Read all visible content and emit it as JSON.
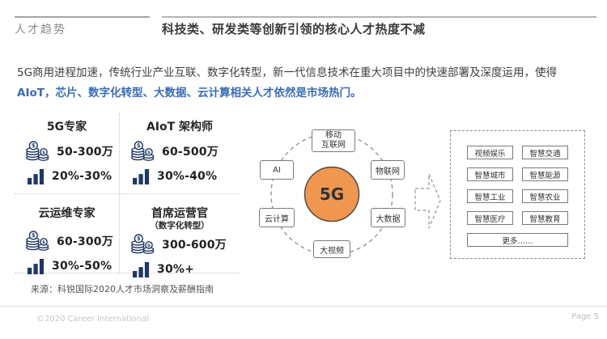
{
  "header": {
    "eyebrow": "人才趋势",
    "title": "科技类、研发类等创新引领的核心人才热度不减"
  },
  "intro": {
    "line1": "5G商用进程加速，传统行业产业互联、数字化转型，新一代信息技术在重大项目中的快速部署及深度运用，使得",
    "line2": "AIoT，芯片、数字化转型、大数据、云计算相关人才依然是市场热门。"
  },
  "stats": [
    {
      "title": "5G专家",
      "subtitle": "",
      "salary": "50-300万",
      "growth": "20%-30%"
    },
    {
      "title": "AIoT 架构师",
      "subtitle": "",
      "salary": "60-500万",
      "growth": "30%-40%"
    },
    {
      "title": "云运维专家",
      "subtitle": "",
      "salary": "60-300万",
      "growth": "30%-50%"
    },
    {
      "title": "首席运营官",
      "subtitle": "（数字化转型）",
      "salary": "300-600万",
      "growth": "30%+"
    }
  ],
  "icons": {
    "salary": "coins-icon",
    "growth": "bar-chart-icon"
  },
  "diagram": {
    "center": "5G",
    "nodes": [
      "移动\n互联网",
      "AI",
      "物联网",
      "云计算",
      "大数据",
      "大视频"
    ]
  },
  "applications": {
    "items": [
      "视频娱乐",
      "智慧交通",
      "智慧城市",
      "智慧能源",
      "智慧工业",
      "智慧农业",
      "智慧医疗",
      "智慧教育"
    ],
    "more": "更多……"
  },
  "source": "来源：科锐国际2020人才市场洞察及薪酬指南",
  "footer": {
    "copyright": "©2020 Career International",
    "page": "Page 5"
  },
  "colors": {
    "accent_orange": "#F0964E",
    "navy": "#1F3864",
    "blue_text": "#3A6BB5"
  }
}
